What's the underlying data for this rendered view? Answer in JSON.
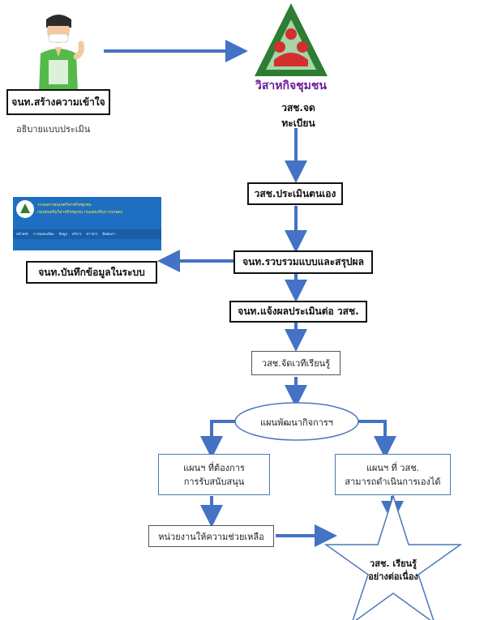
{
  "nodes": {
    "staff_explain": "จนท.สร้างความเข้าใจ",
    "staff_explain_note": "อธิบายแบบประเมิน",
    "registered": "วสช.จดทะเบียน",
    "self_assess": "วสช.ประเมินตนเอง",
    "staff_record": "จนท.บันทึกข้อมูลในระบบ",
    "staff_collect": "จนท.รวบรวมแบบและสรุปผล",
    "staff_notify": "จนท.แจ้งผลประเมินต่อ วสช.",
    "learning_forum": "วสช.จัดเวทีเรียนรู้",
    "dev_plan": "แผนพัฒนากิจการฯ",
    "plan_need_support_1": "แผนฯ ที่ต้องการ",
    "plan_need_support_2": "การรับสนับสนุน",
    "plan_self_1": "แผนฯ ที่ วสช.",
    "plan_self_2": "สามารถดำเนินการเองได้",
    "support_agency": "หน่วยงานให้ความช่วยเหลือ",
    "continuous_1": "วสช. เรียนรู้",
    "continuous_2": "อย่างต่อเนื่อง"
  },
  "logo": {
    "text": "วิสาหกิจชุมชน"
  },
  "website": {
    "title_1": "ระบบสารสนเทศวิสาหกิจชุมชน",
    "title_2": "กองส่งเสริมวิสาหกิจชุมชน กรมส่งเสริมการเกษตร",
    "nav": [
      "หน้าหลัก",
      "การจดทะเบียน",
      "ข้อมูล",
      "บริการ",
      "ข่าวสาร",
      "ติดต่อเรา"
    ]
  },
  "colors": {
    "arrow": "#4472c4",
    "banner": "#1e6fc2"
  }
}
